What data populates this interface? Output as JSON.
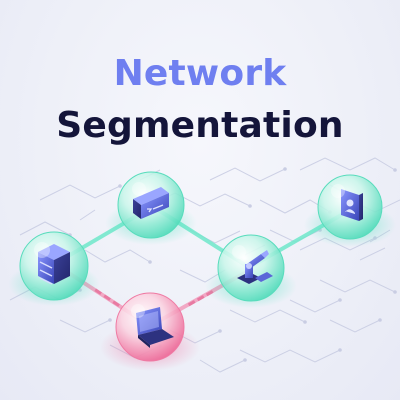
{
  "title": {
    "line1": "Network",
    "line2": "Segmentation"
  },
  "colors": {
    "title_accent": "#6f7ff0",
    "title_dark": "#14153a",
    "node_teal": "#3fd8b4",
    "node_pink": "#ee5f92",
    "link_teal": "#5fe6c6",
    "link_pink": "#f08fb2",
    "circuit_lines": "#c9cde3"
  },
  "nodes": [
    {
      "name": "server",
      "icon": "server-stack-icon",
      "status": "normal"
    },
    {
      "name": "terminal",
      "icon": "terminal-window-icon",
      "status": "normal"
    },
    {
      "name": "laptop",
      "icon": "laptop-icon",
      "status": "compromised"
    },
    {
      "name": "robot-arm",
      "icon": "robot-arm-icon",
      "status": "normal"
    },
    {
      "name": "mobile",
      "icon": "mobile-user-icon",
      "status": "normal"
    }
  ]
}
